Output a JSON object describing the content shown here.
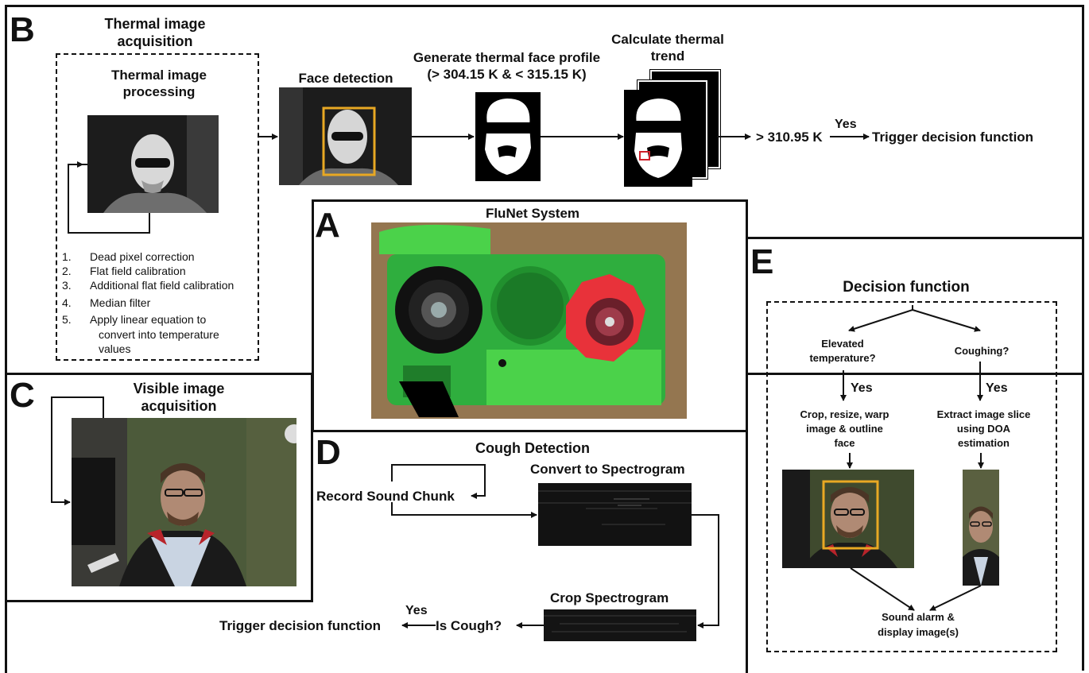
{
  "panelB": {
    "letter": "B",
    "title_line1": "Thermal image",
    "title_line2": "acquisition",
    "processing_title_line1": "Thermal image",
    "processing_title_line2": "processing",
    "steps": [
      {
        "num": "1.",
        "text": "Dead pixel correction"
      },
      {
        "num": "2.",
        "text": "Flat field calibration"
      },
      {
        "num": "3.",
        "text": "Additional flat field calibration"
      },
      {
        "num": "4.",
        "text": "Median filter"
      },
      {
        "num": "5.",
        "text": "Apply linear equation to"
      }
    ],
    "step5_cont1": "convert into temperature",
    "step5_cont2": "values",
    "face_detection": "Face detection",
    "profile_line1": "Generate thermal face profile",
    "profile_line2": "(> 304.15 K & < 315.15 K)",
    "trend_line1": "Calculate thermal",
    "trend_line2": "trend",
    "threshold": "> 310.95 K",
    "yes": "Yes",
    "trigger": "Trigger decision function"
  },
  "panelA": {
    "letter": "A",
    "title": "FluNet System"
  },
  "panelC": {
    "letter": "C",
    "title_line1": "Visible image",
    "title_line2": "acquisition"
  },
  "panelD": {
    "letter": "D",
    "title": "Cough Detection",
    "record": "Record Sound Chunk",
    "convert": "Convert to Spectrogram",
    "crop": "Crop Spectrogram",
    "is_cough": "Is Cough?",
    "yes": "Yes",
    "trigger": "Trigger decision function"
  },
  "panelE": {
    "letter": "E",
    "title": "Decision function",
    "elevated_line1": "Elevated",
    "elevated_line2": "temperature?",
    "coughing": "Coughing?",
    "yes1": "Yes",
    "yes2": "Yes",
    "crop_line1": "Crop, resize, warp",
    "crop_line2": "image & outline",
    "crop_line3": "face",
    "extract_line1": "Extract image slice",
    "extract_line2": "using DOA",
    "extract_line3": "estimation",
    "alarm_line1": "Sound alarm &",
    "alarm_line2": "display image(s)"
  },
  "colors": {
    "face_box": "#e8a823",
    "trend_box": "#d0202a",
    "device_green": "#2fae3e",
    "device_red": "#e8323a"
  }
}
